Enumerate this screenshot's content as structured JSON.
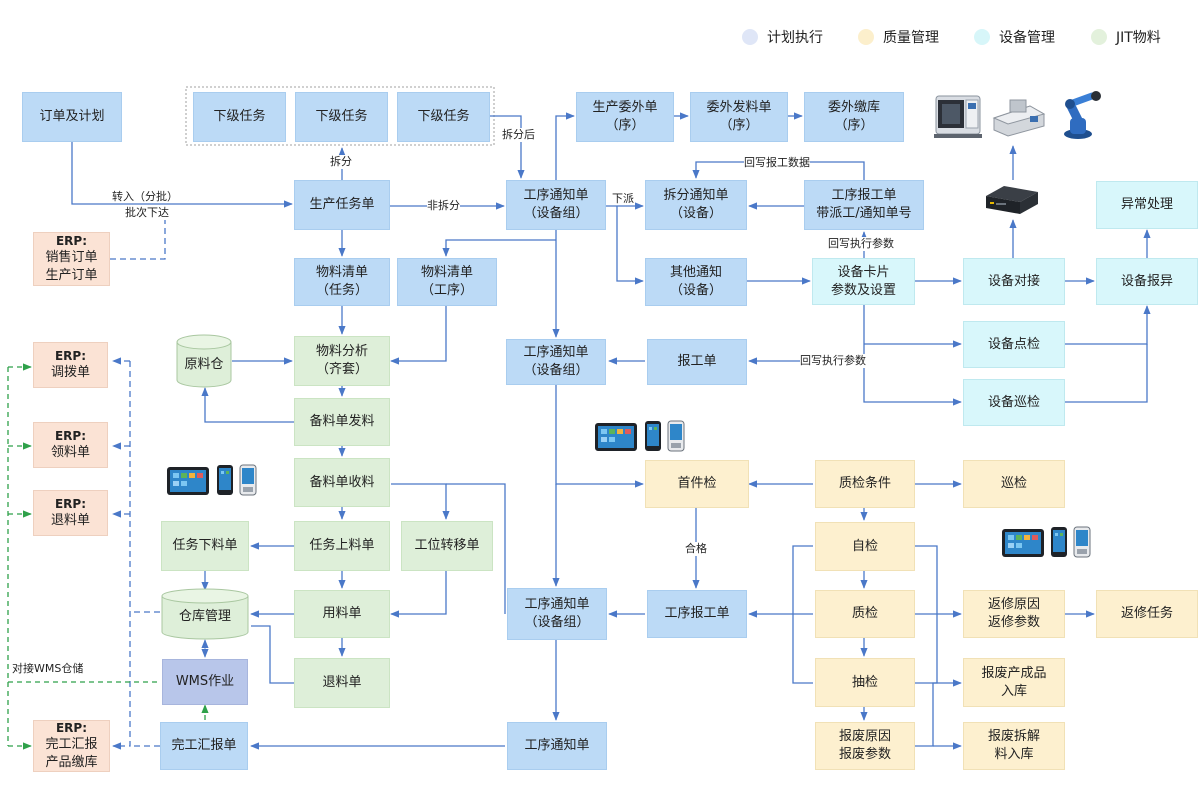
{
  "legend": [
    {
      "label": "计划执行",
      "color": "#dfe6f7"
    },
    {
      "label": "质量管理",
      "color": "#fcefcc"
    },
    {
      "label": "设备管理",
      "color": "#d7f6f9"
    },
    {
      "label": "JIT物料",
      "color": "#e3f1dc"
    }
  ],
  "colors": {
    "plan": "#bcdaf6",
    "quality": "#fdf0cf",
    "equipment": "#d8f7fb",
    "material": "#deefd9",
    "erp": "#fbe3d5",
    "wms": "#b8c6ea",
    "line": "#4a78c8",
    "erp_link": "#2fa14a"
  },
  "nodes": {
    "order_plan": "订单及计划",
    "sub1": "下级任务",
    "sub2": "下级任务",
    "sub3": "下级任务",
    "prod_task": "生产任务单",
    "erp_sales": {
      "t1": "ERP:",
      "t2": "销售订单",
      "t3": "生产订单"
    },
    "wo1": {
      "l1": "工序通知单",
      "l2": "（设备组）"
    },
    "outsrc_order": {
      "l1": "生产委外单",
      "l2": "（序）"
    },
    "outsrc_issue": {
      "l1": "委外发料单",
      "l2": "（序）"
    },
    "outsrc_return": {
      "l1": "委外缴库",
      "l2": "（序）"
    },
    "split_notice": {
      "l1": "拆分通知单",
      "l2": "（设备）"
    },
    "proc_report_top": {
      "l1": "工序报工单",
      "l2": "带派工/通知单号"
    },
    "bom_task": {
      "l1": "物料清单",
      "l2": "（任务）"
    },
    "bom_proc": {
      "l1": "物料清单",
      "l2": "（工序）"
    },
    "other_notice": {
      "l1": "其他通知",
      "l2": "（设备）"
    },
    "dev_card": {
      "l1": "设备卡片",
      "l2": "参数及设置"
    },
    "dev_connect": "设备对接",
    "dev_alarm": "设备报异",
    "exception": "异常处理",
    "raw_store": "原料仓",
    "mat_analysis": {
      "l1": "物料分析",
      "l2": "（齐套）"
    },
    "wo2": {
      "l1": "工序通知单",
      "l2": "（设备组）"
    },
    "report_form": "报工单",
    "dev_spot": "设备点检",
    "dev_patrol": "设备巡检",
    "erp_transfer": {
      "t1": "ERP:",
      "t2": "调拨单"
    },
    "erp_pick": {
      "t1": "ERP:",
      "t2": "领料单"
    },
    "erp_return": {
      "t1": "ERP:",
      "t2": "退料单"
    },
    "erp_finish": {
      "t1": "ERP:",
      "t2": "完工汇报",
      "t3": "产品缴库"
    },
    "prep_issue": "备料单发料",
    "prep_receive": "备料单收料",
    "first_check": "首件检",
    "qc_cond": "质检条件",
    "patrol_check": "巡检",
    "task_unload": "任务下料单",
    "task_load": "任务上料单",
    "station_move": "工位转移单",
    "self_check": "自检",
    "wh_manage": "仓库管理",
    "use_mat": "用料单",
    "wo3": {
      "l1": "工序通知单",
      "l2": "（设备组）"
    },
    "proc_report_mid": "工序报工单",
    "quality_check": "质检",
    "rework_reason": {
      "l1": "返修原因",
      "l2": "返修参数"
    },
    "rework_task": "返修任务",
    "wms": "WMS作业",
    "return_mat": "退料单",
    "sample_check": "抽检",
    "scrap_finished": {
      "l1": "报废产成品",
      "l2": "入库"
    },
    "finish_report": "完工汇报单",
    "wo4": "工序通知单",
    "scrap_reason": {
      "l1": "报废原因",
      "l2": "报废参数"
    },
    "scrap_disassemble": {
      "l1": "报废拆解",
      "l2": "料入库"
    }
  },
  "labels": {
    "split": "拆分",
    "transfer_batch_1": "转入（分批）",
    "transfer_batch_2": "批次下达",
    "no_split": "非拆分",
    "after_split": "拆分后",
    "dispatch": "下派",
    "write_back_report": "回写报工数据",
    "write_back_exec_1": "回写执行参数",
    "write_back_exec_2": "回写执行参数",
    "qualified": "合格",
    "wms_link": "对接WMS仓储"
  },
  "icons": [
    "cnc-machine-icon",
    "packaging-machine-icon",
    "robot-arm-icon",
    "industrial-pc-icon",
    "tablet-icon",
    "phone-icon",
    "handheld-terminal-icon"
  ]
}
